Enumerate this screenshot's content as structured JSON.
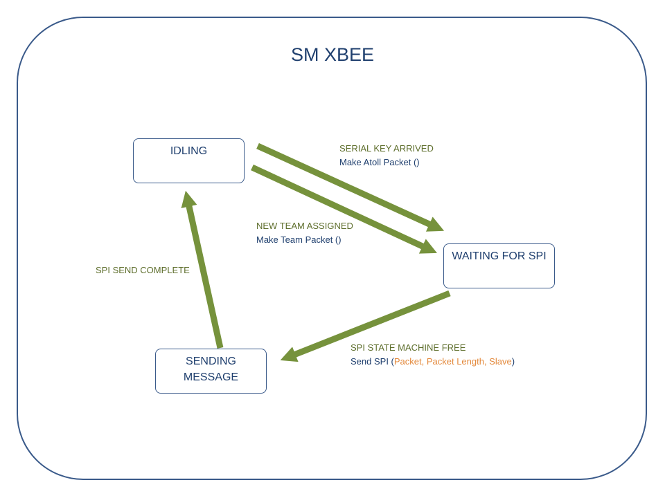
{
  "title": "SM XBEE",
  "states": {
    "idling": "IDLING",
    "waiting": "WAITING FOR SPI",
    "sending_line1": "SENDING",
    "sending_line2": "MESSAGE"
  },
  "transitions": {
    "serial_key": {
      "event": "SERIAL KEY ARRIVED",
      "action": "Make Atoll Packet ()"
    },
    "new_team": {
      "event": "NEW TEAM ASSIGNED",
      "action": "Make Team Packet ()"
    },
    "spi_free": {
      "event": "SPI STATE MACHINE FREE",
      "action_prefix": "Send SPI (",
      "action_args": "Packet, Packet Length, Slave",
      "action_suffix": ")"
    },
    "spi_complete": {
      "event": "SPI SEND COMPLETE"
    }
  },
  "colors": {
    "frame": "#3a5a8a",
    "arrow": "#76923c",
    "event_text": "#5e6e2c",
    "action_text": "#1f3f6e",
    "argument_text": "#e3883a"
  }
}
